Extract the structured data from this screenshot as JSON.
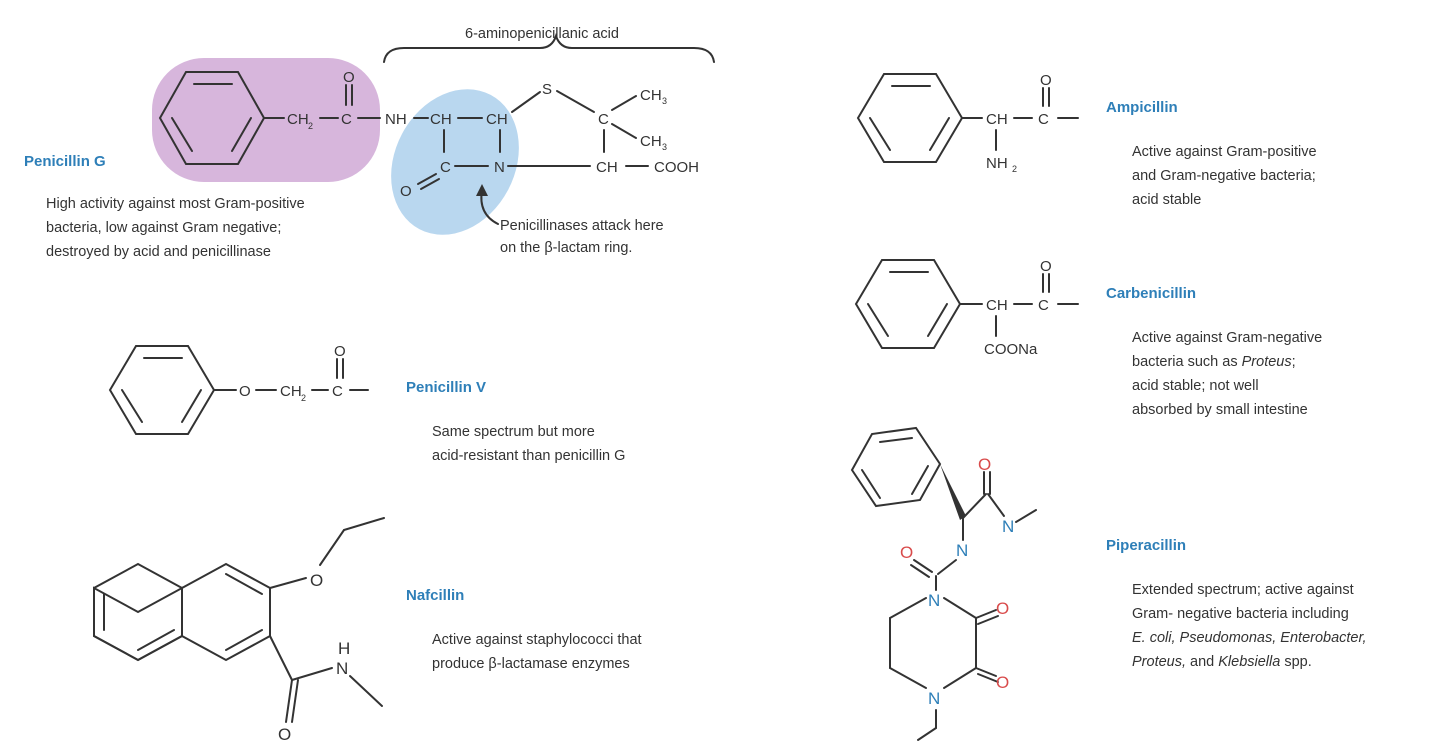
{
  "title_6apa": "6-aminopenicillanic acid",
  "attack_note": {
    "line1": "Penicillinases attack here",
    "line2": "on the β-lactam ring."
  },
  "colors": {
    "name_blue": "#2e7fb8",
    "purple_highlight": "#d7b6dc",
    "blue_highlight": "#b9d7ef",
    "oxygen_red": "#d94b4b",
    "text_gray": "#333333"
  },
  "drugs": {
    "penicillin_g": {
      "name": "Penicillin G",
      "desc": [
        "High activity against most Gram-positive",
        "bacteria, low against Gram negative;",
        "destroyed by acid and penicillinase"
      ]
    },
    "penicillin_v": {
      "name": "Penicillin V",
      "desc": [
        "Same spectrum but more",
        "acid-resistant than penicillin G"
      ]
    },
    "nafcillin": {
      "name": "Nafcillin",
      "desc": [
        "Active against staphylococci that",
        "produce β-lactamase enzymes"
      ]
    },
    "ampicillin": {
      "name": "Ampicillin",
      "desc": [
        "Active against Gram-positive",
        "and Gram-negative bacteria;",
        "acid stable"
      ]
    },
    "carbenicillin": {
      "name": "Carbenicillin",
      "desc_1": "Active against Gram-negative",
      "desc_2_plain": "bacteria such as ",
      "desc_2_italic": "Proteus",
      "desc_2_end": ";",
      "desc_3": "acid stable; not well",
      "desc_4": "absorbed by small intestine"
    },
    "piperacillin": {
      "name": "Piperacillin",
      "desc_1": "Extended spectrum; active against",
      "desc_2": "Gram- negative bacteria including",
      "desc_3_it1": "E. coli, Pseudomonas, Enterobacter,",
      "desc_4_it": "Proteus,",
      "desc_4_plain": " and ",
      "desc_4_it2": "Klebsiella",
      "desc_4_end": " spp."
    }
  },
  "atoms": {
    "O": "O",
    "S": "S",
    "N": "N",
    "H": "H",
    "C": "C",
    "CH": "CH",
    "CH2": "CH",
    "sub2": "2",
    "sub3": "3",
    "NH": "NH",
    "NH2": "NH",
    "COOH": "COOH",
    "COONa": "COONa",
    "CH3": "CH"
  }
}
